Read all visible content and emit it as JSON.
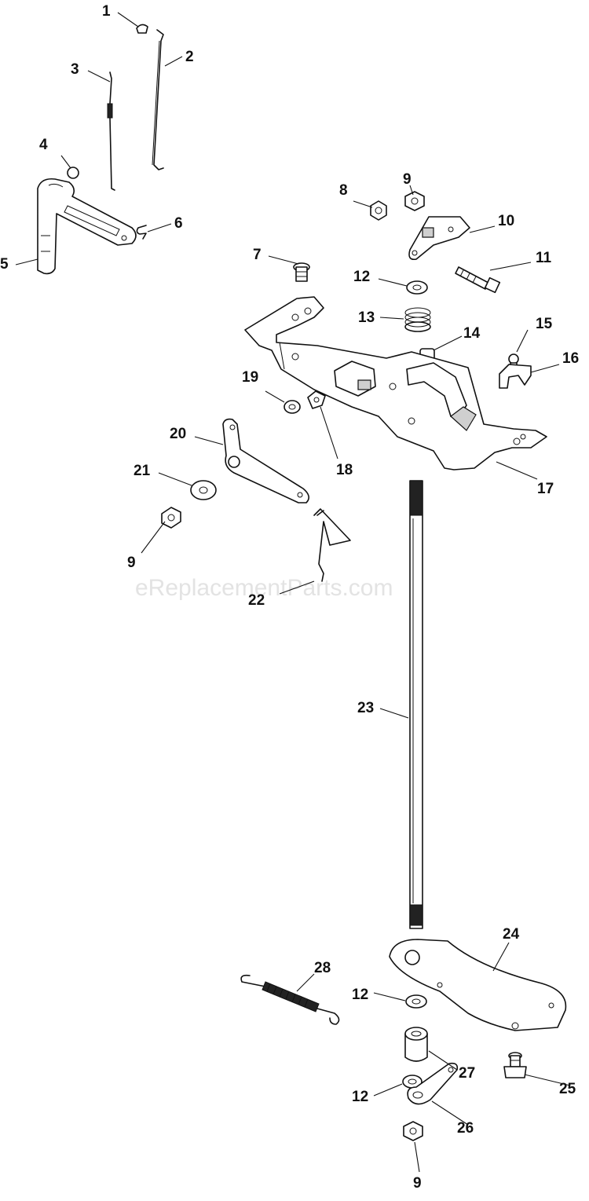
{
  "watermark": "eReplacementParts.com",
  "callouts": [
    {
      "id": "c1",
      "text": "1"
    },
    {
      "id": "c2",
      "text": "2"
    },
    {
      "id": "c3",
      "text": "3"
    },
    {
      "id": "c4",
      "text": "4"
    },
    {
      "id": "c5",
      "text": "5"
    },
    {
      "id": "c6",
      "text": "6"
    },
    {
      "id": "c7",
      "text": "7"
    },
    {
      "id": "c8",
      "text": "8"
    },
    {
      "id": "c9a",
      "text": "9"
    },
    {
      "id": "c10",
      "text": "10"
    },
    {
      "id": "c11",
      "text": "11"
    },
    {
      "id": "c12a",
      "text": "12"
    },
    {
      "id": "c13",
      "text": "13"
    },
    {
      "id": "c14",
      "text": "14"
    },
    {
      "id": "c15",
      "text": "15"
    },
    {
      "id": "c16",
      "text": "16"
    },
    {
      "id": "c17",
      "text": "17"
    },
    {
      "id": "c18",
      "text": "18"
    },
    {
      "id": "c19",
      "text": "19"
    },
    {
      "id": "c20",
      "text": "20"
    },
    {
      "id": "c21",
      "text": "21"
    },
    {
      "id": "c9b",
      "text": "9"
    },
    {
      "id": "c22",
      "text": "22"
    },
    {
      "id": "c23",
      "text": "23"
    },
    {
      "id": "c24",
      "text": "24"
    },
    {
      "id": "c28",
      "text": "28"
    },
    {
      "id": "c12b",
      "text": "12"
    },
    {
      "id": "c27",
      "text": "27"
    },
    {
      "id": "c12c",
      "text": "12"
    },
    {
      "id": "c25",
      "text": "25"
    },
    {
      "id": "c26",
      "text": "26"
    },
    {
      "id": "c9c",
      "text": "9"
    }
  ]
}
